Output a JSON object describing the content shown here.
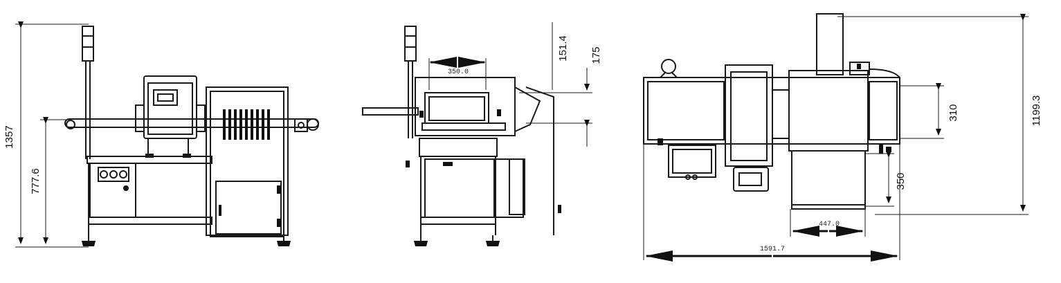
{
  "views": {
    "front": {
      "dim_overall_height": "1357",
      "dim_conveyor_height": "777.6"
    },
    "side": {
      "dim_aperture_width": "350.0",
      "dim_top_offset": "151.4",
      "dim_top_offset_2": "175"
    },
    "top": {
      "dim_aperture_length": "310",
      "dim_overall_depth": "1199.3",
      "dim_detector_depth": "350",
      "dim_detector_width": "447.0",
      "dim_overall_length": "1591.7"
    }
  }
}
